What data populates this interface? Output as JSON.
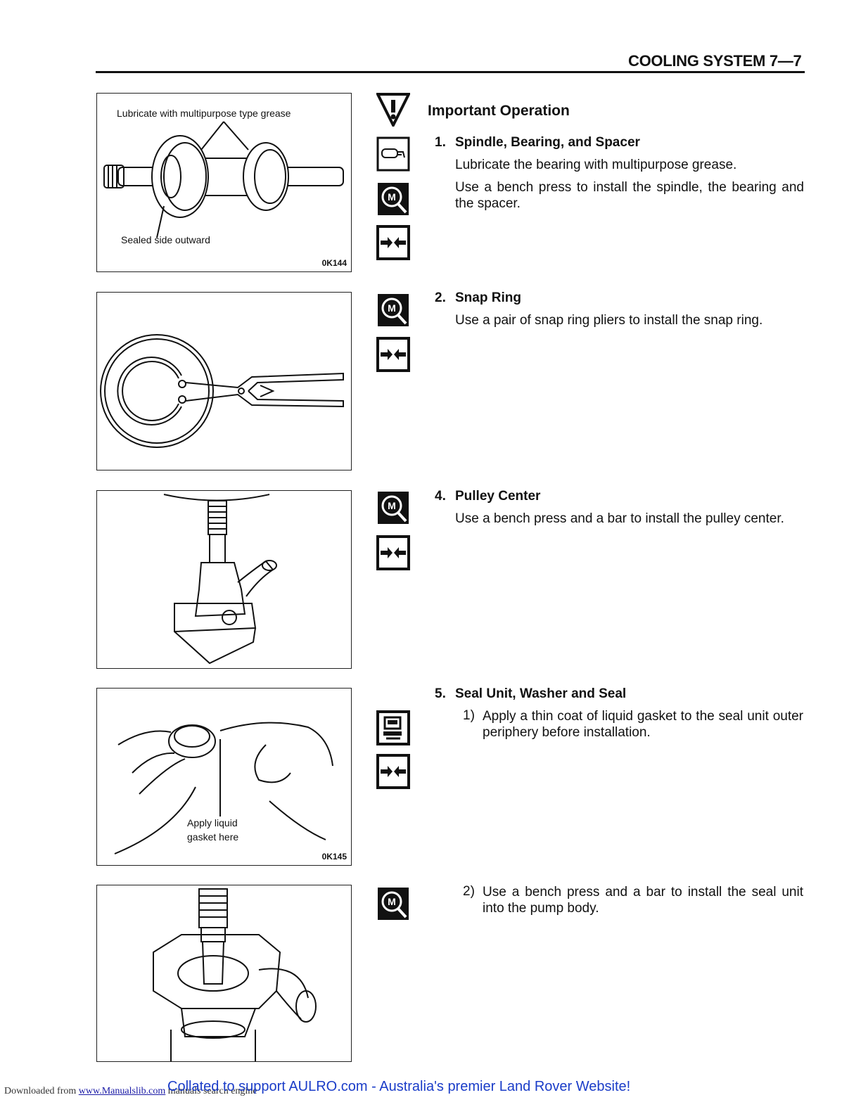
{
  "header": {
    "title": "COOLING SYSTEM  7—7"
  },
  "figures": {
    "fig1": {
      "label_top": "Lubricate with multipurpose type grease",
      "label_bottom": "Sealed side outward",
      "code": "0K144"
    },
    "fig4": {
      "label": "Apply liquid\ngasket here",
      "code": "0K145"
    }
  },
  "section": {
    "title": "Important Operation"
  },
  "steps": [
    {
      "num": "1.",
      "title": "Spindle, Bearing, and Spacer",
      "paras": [
        "Lubricate the bearing with multipurpose grease.",
        "Use a bench press to install the spindle, the bearing and the spacer."
      ]
    },
    {
      "num": "2.",
      "title": "Snap Ring",
      "paras": [
        "Use a pair of snap ring pliers to install the snap ring."
      ]
    },
    {
      "num": "4.",
      "title": "Pulley Center",
      "paras": [
        "Use a bench press and a bar to install the pulley center."
      ]
    },
    {
      "num": "5.",
      "title": "Seal Unit, Washer and Seal",
      "subs": [
        {
          "num": "1)",
          "text": "Apply a thin coat of liquid gasket to the seal unit outer periphery before installation."
        },
        {
          "num": "2)",
          "text": "Use a bench press and a bar to install the seal unit into the pump body."
        }
      ]
    }
  ],
  "icons": [
    "important-operation-icon",
    "grease-icon",
    "special-tool-icon",
    "install-arrows-icon",
    "liquid-gasket-icon"
  ],
  "footer": {
    "downloaded_prefix": "Downloaded from ",
    "downloaded_link": "www.Manualslib.com",
    "downloaded_suffix": " manuals search engine",
    "collated": "Collated to support AULRO.com - Australia's premier Land Rover Website!"
  }
}
